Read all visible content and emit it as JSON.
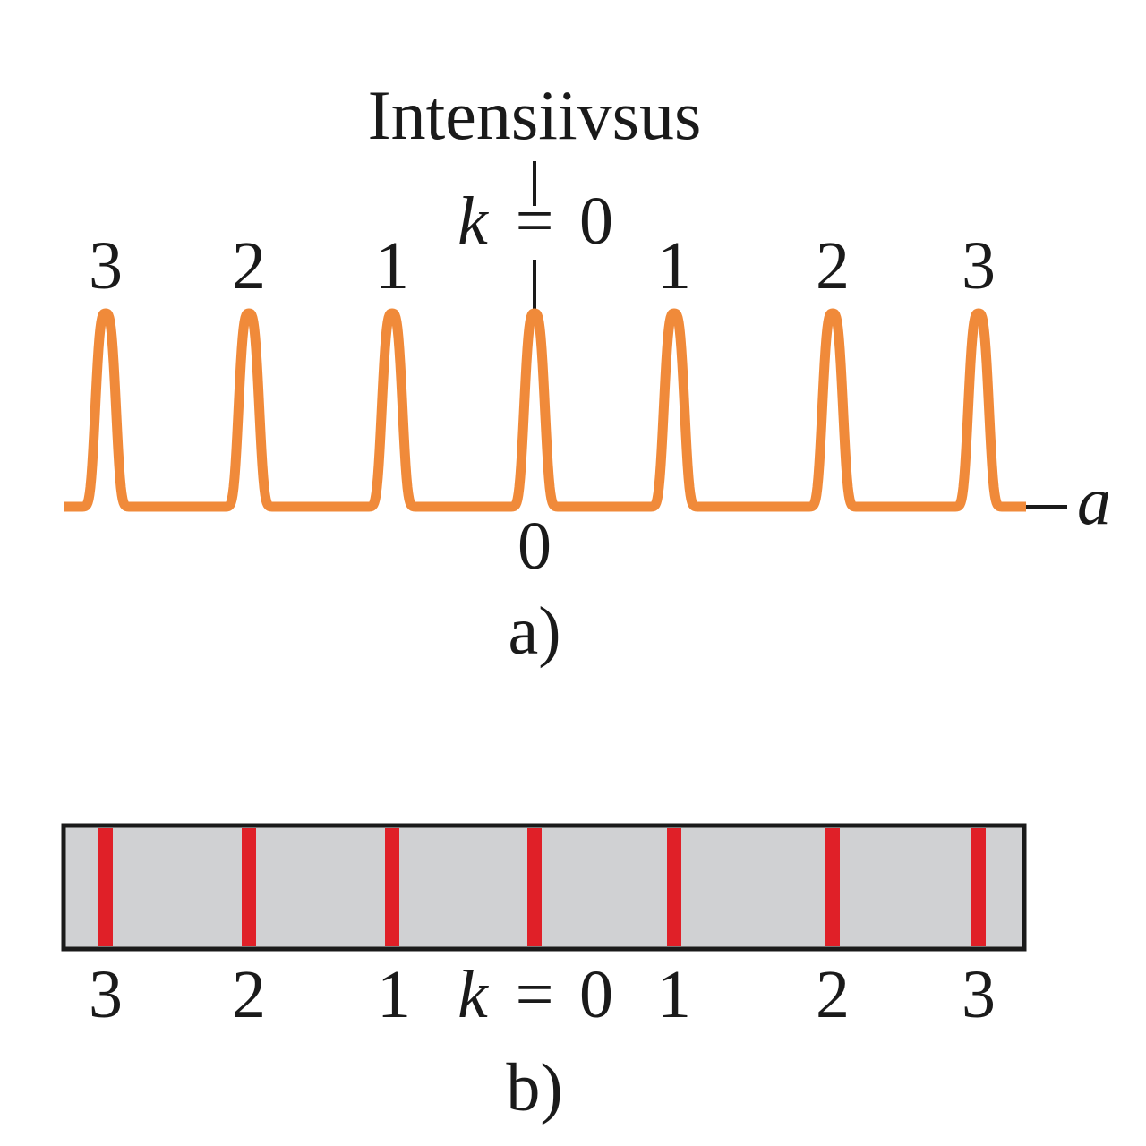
{
  "panel_a": {
    "axis_title": "Intensiivsus",
    "center_order_var": "k",
    "center_order_eq": "=",
    "center_order_val": "0",
    "order_labels": [
      "3",
      "2",
      "1",
      "1",
      "2",
      "3"
    ],
    "origin_label": "0",
    "axis_var": "a",
    "caption": "a)"
  },
  "panel_b": {
    "order_labels_left": [
      "3",
      "2",
      "1"
    ],
    "center_var": "k",
    "center_eq": "=",
    "center_val": "0",
    "order_labels_right": [
      "1",
      "2",
      "3"
    ],
    "caption": "b)"
  },
  "colors": {
    "intensity_curve": "#f08a3a",
    "spectral_line": "#e02028",
    "screen_fill": "#d0d1d3",
    "outline": "#1a1a1a"
  },
  "orders": [
    -3,
    -2,
    -1,
    0,
    1,
    2,
    3
  ]
}
